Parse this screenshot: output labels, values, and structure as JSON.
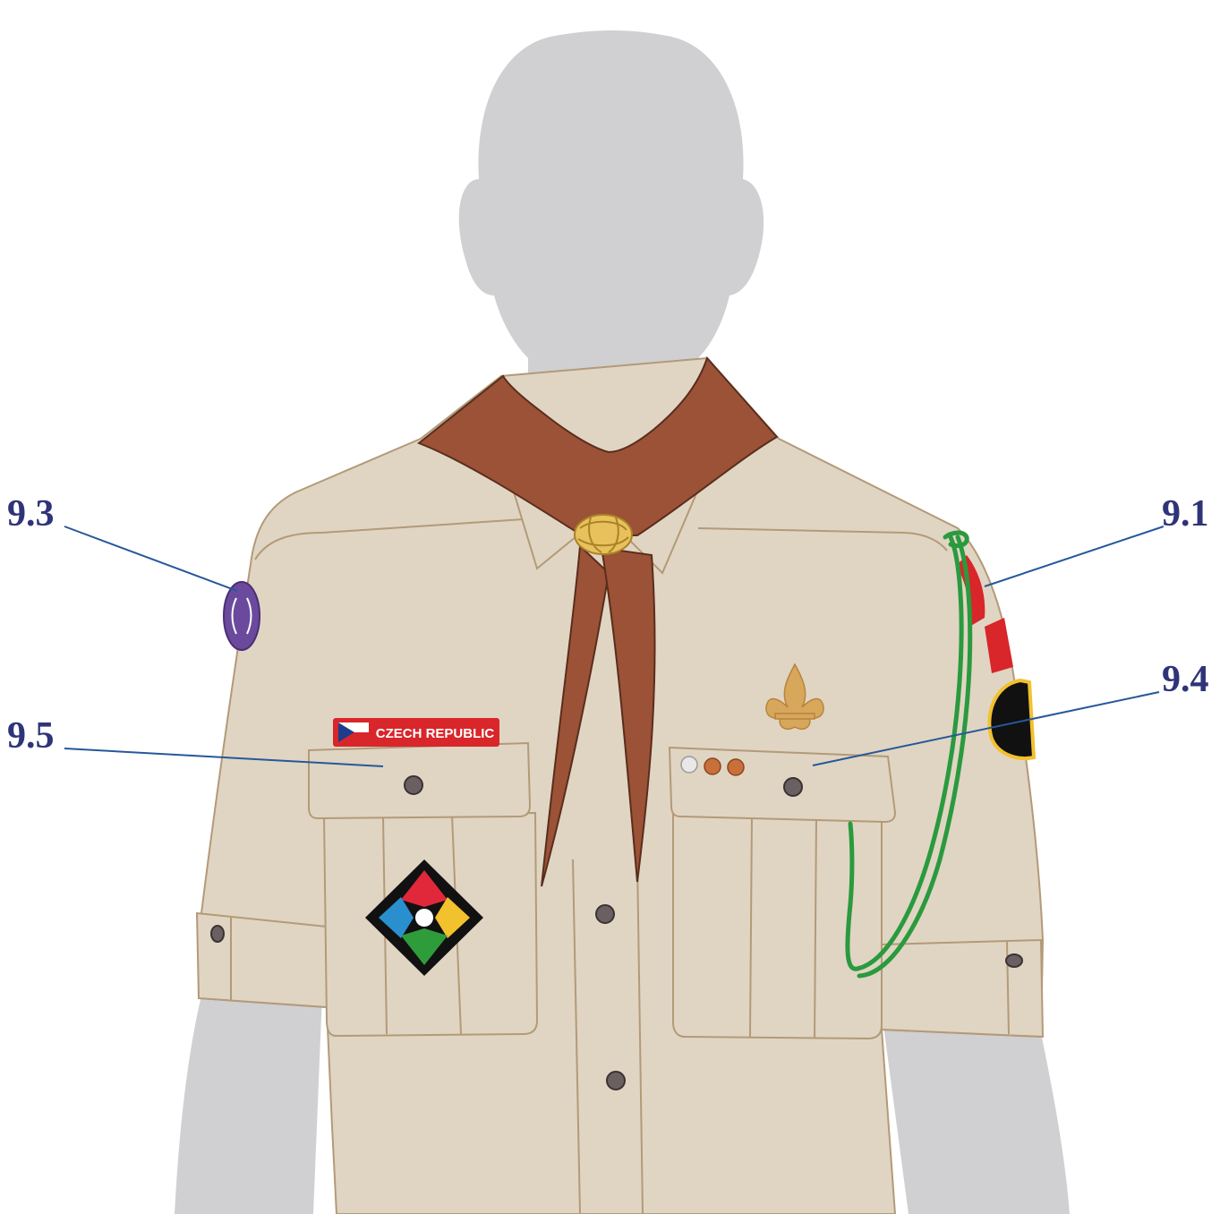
{
  "callouts": [
    {
      "id": "9.3",
      "label": "9.3"
    },
    {
      "id": "9.1",
      "label": "9.1"
    },
    {
      "id": "9.5",
      "label": "9.5"
    },
    {
      "id": "9.4",
      "label": "9.4"
    }
  ],
  "badges": {
    "country_tape": "CZECH REPUBLIC"
  },
  "colors": {
    "mannequin": "#d0d0d2",
    "shirt": "#e0d5c3",
    "shirt_outline": "#b39a78",
    "scarf": "#9b5237",
    "woggle": "#e8c15c",
    "cord": "#2a9a3e",
    "callout": "#2f3479",
    "callout_line": "#26589a"
  }
}
